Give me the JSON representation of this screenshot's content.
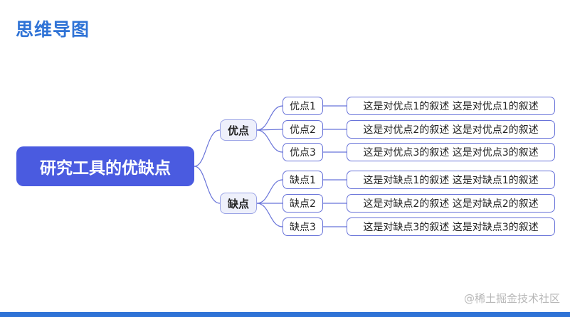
{
  "page_title": "思维导图",
  "diagram": {
    "root": "研究工具的优缺点",
    "branches": [
      {
        "label": "优点",
        "children": [
          {
            "label": "优点1",
            "description": "这是对优点1的叙述   这是对优点1的叙述"
          },
          {
            "label": "优点2",
            "description": "这是对优点2的叙述   这是对优点2的叙述"
          },
          {
            "label": "优点3",
            "description": "这是对优点3的叙述   这是对优点3的叙述"
          }
        ]
      },
      {
        "label": "缺点",
        "children": [
          {
            "label": "缺点1",
            "description": "这是对缺点1的叙述   这是对缺点1的叙述"
          },
          {
            "label": "缺点2",
            "description": "这是对缺点2的叙述   这是对缺点2的叙述"
          },
          {
            "label": "缺点3",
            "description": "这是对缺点3的叙述   这是对缺点3的叙述"
          }
        ]
      }
    ]
  },
  "watermark": "@稀土掘金技术社区",
  "colors": {
    "title": "#2f73d6",
    "root_fill": "#4a5be0",
    "branch_fill": "#eef0fb",
    "node_border": "#6873d9",
    "connector": "#6873d9",
    "footer_bar": "#2f73d6"
  }
}
